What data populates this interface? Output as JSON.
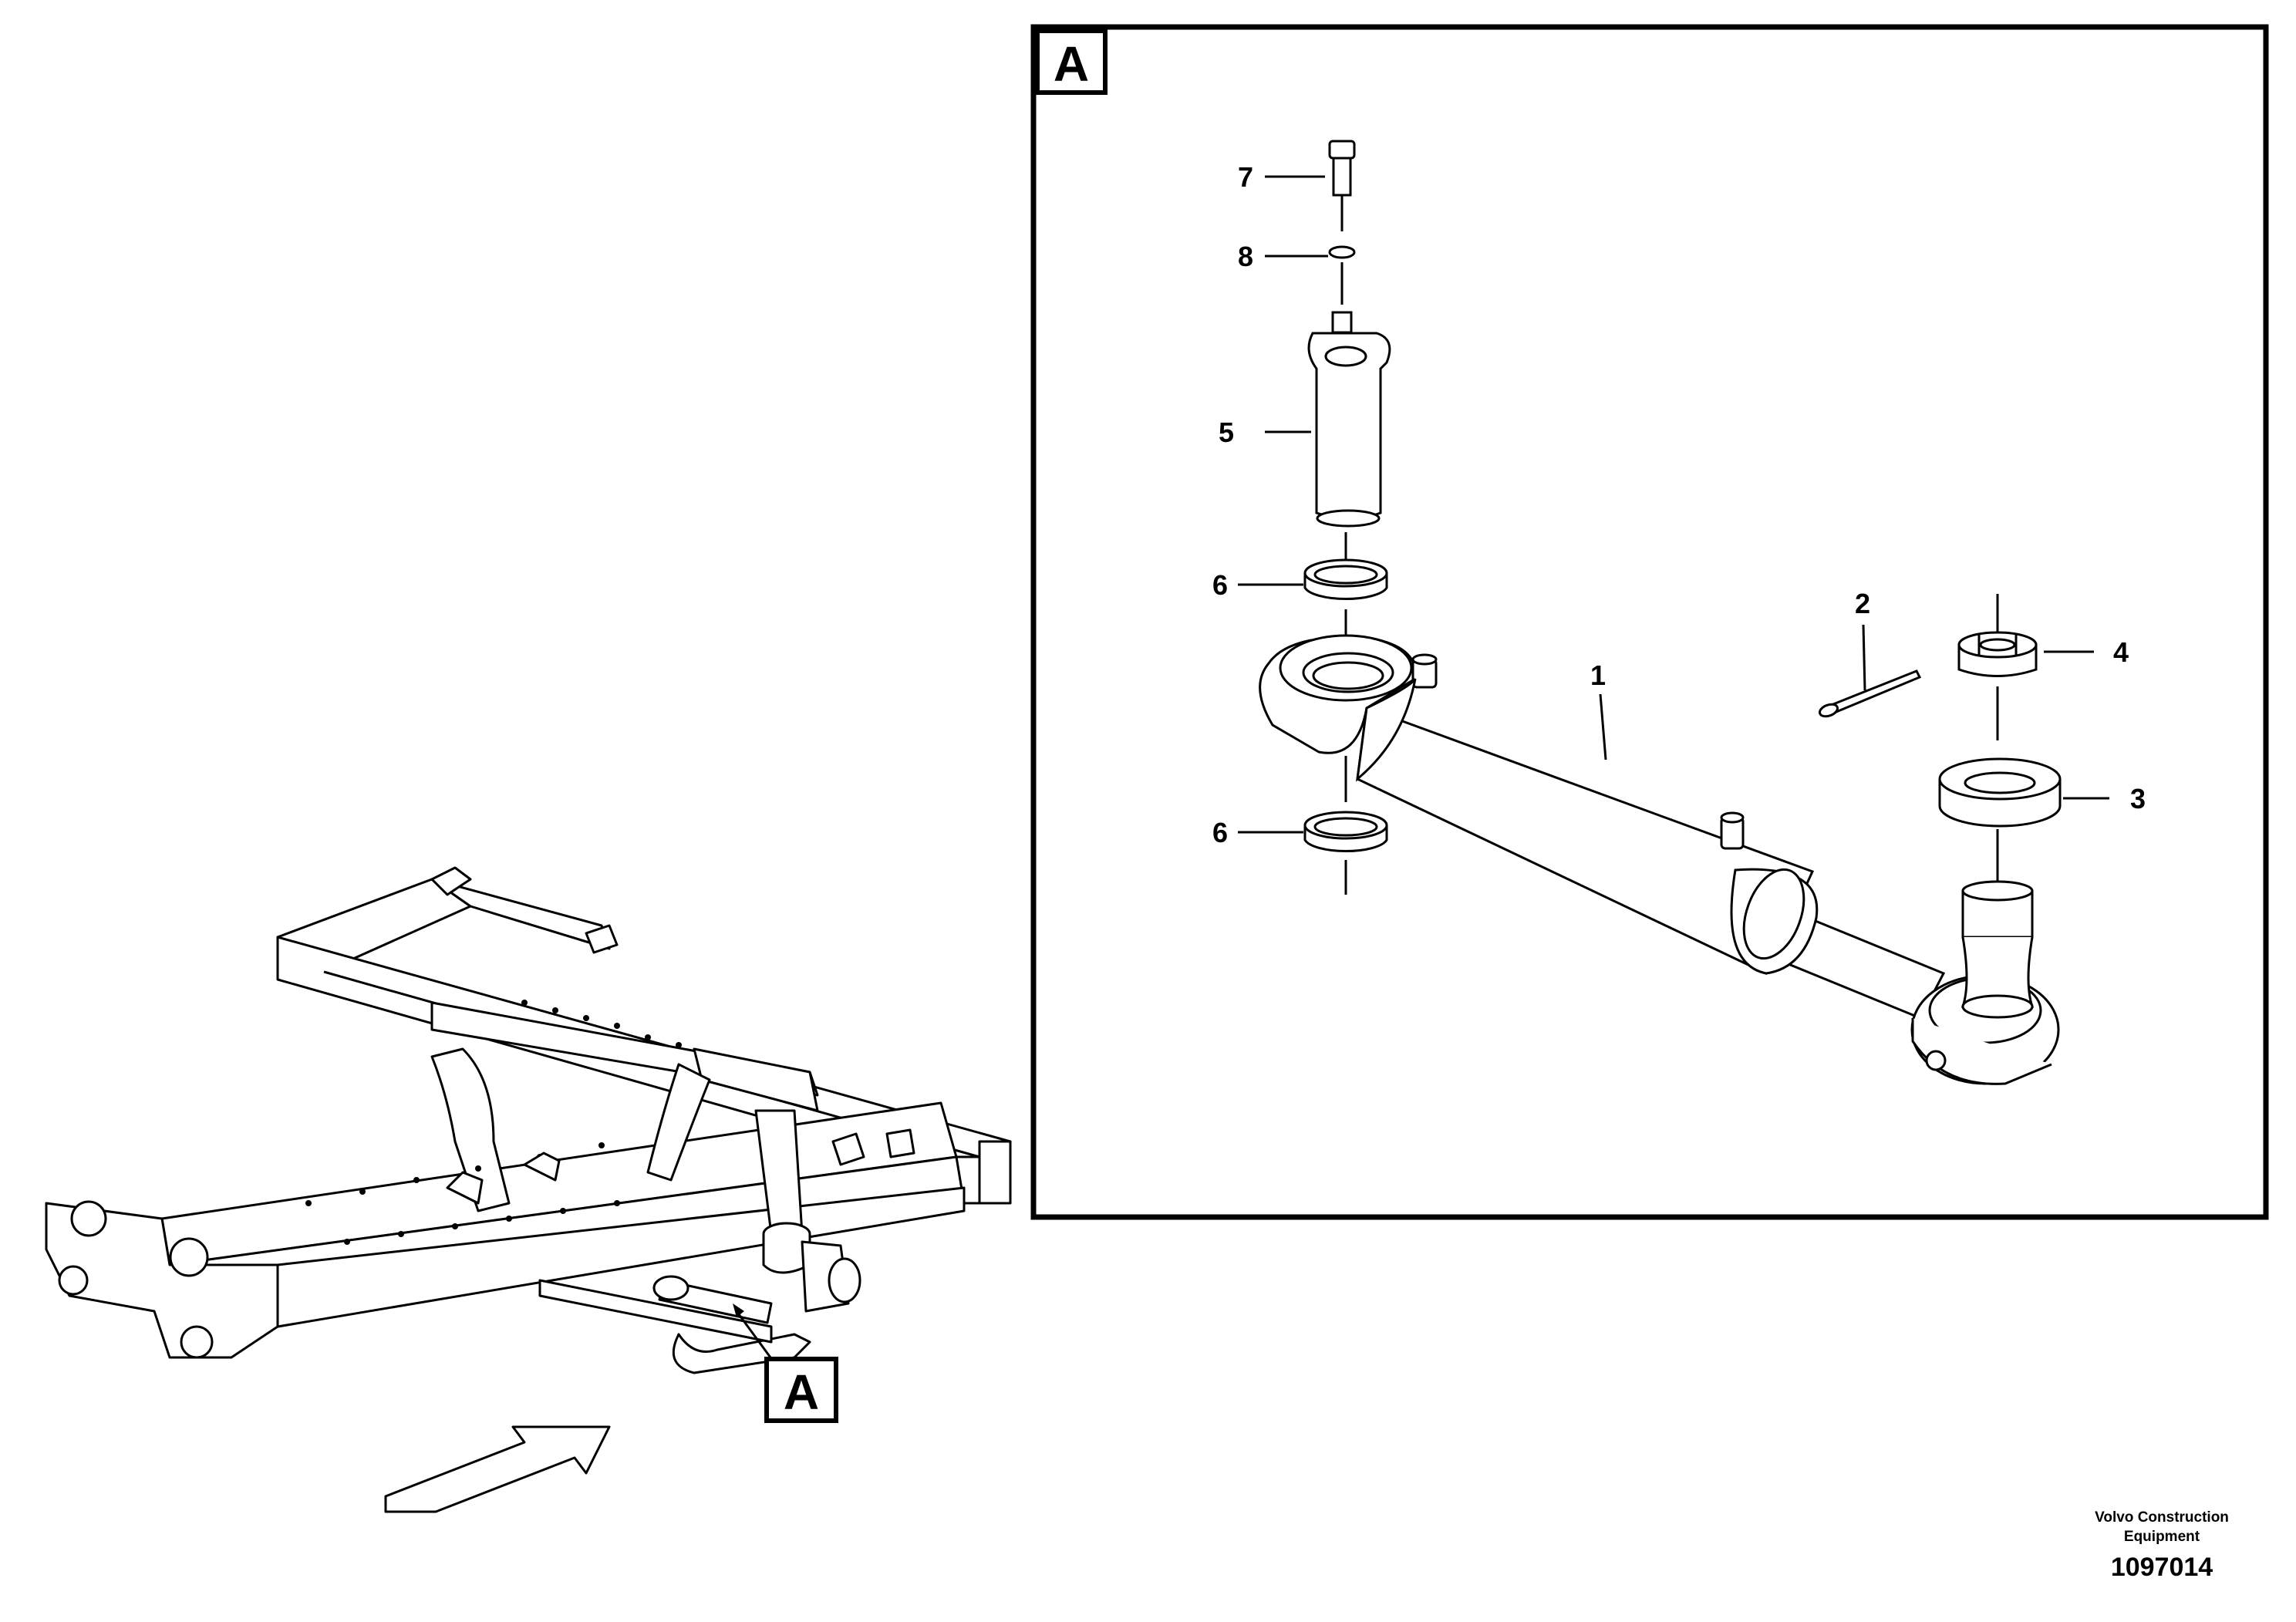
{
  "detail_box": {
    "label": "A"
  },
  "overview": {
    "view_label": "A"
  },
  "callouts": [
    {
      "id": "7",
      "text": "7"
    },
    {
      "id": "8",
      "text": "8"
    },
    {
      "id": "5",
      "text": "5"
    },
    {
      "id": "6a",
      "text": "6"
    },
    {
      "id": "6b",
      "text": "6"
    },
    {
      "id": "1",
      "text": "1"
    },
    {
      "id": "2",
      "text": "2"
    },
    {
      "id": "4",
      "text": "4"
    },
    {
      "id": "3",
      "text": "3"
    }
  ],
  "footer": {
    "company_line1": "Volvo Construction",
    "company_line2": "Equipment",
    "drawing_number": "1097014"
  }
}
